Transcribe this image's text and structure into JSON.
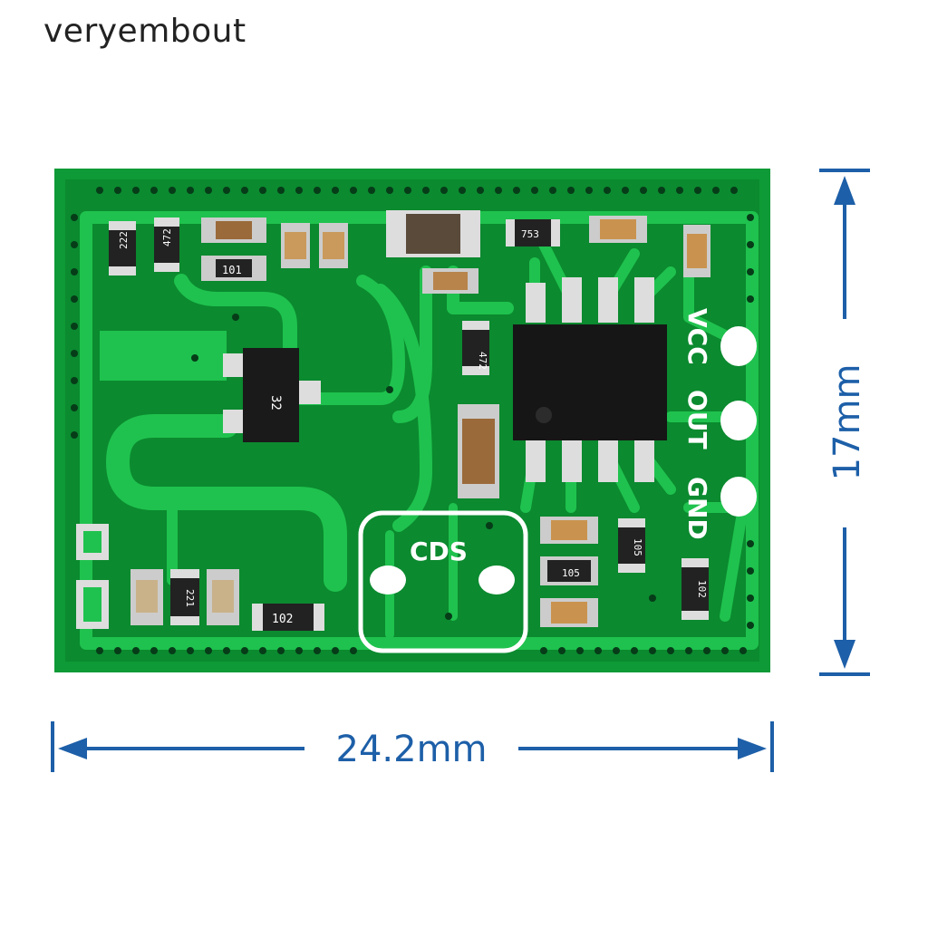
{
  "watermark": "veryembout",
  "board": {
    "pin_labels": [
      "VCC",
      "OUT",
      "GND"
    ],
    "cds_label": "CDS",
    "component_labels": {
      "r_222_top": "222",
      "r_472_top": "472",
      "r_101": "101",
      "r_753": "753",
      "transistor": "32",
      "r_472_mid": "472",
      "r_105_a": "105",
      "r_105_b": "105",
      "r_102_bottom": "102",
      "r_102_right": "102",
      "r_221": "221"
    }
  },
  "dimensions": {
    "width": "24.2mm",
    "height": "17mm"
  },
  "colors": {
    "board": "#12a33c",
    "trace": "#1fc24e",
    "dimension": "#1d5fa8"
  }
}
